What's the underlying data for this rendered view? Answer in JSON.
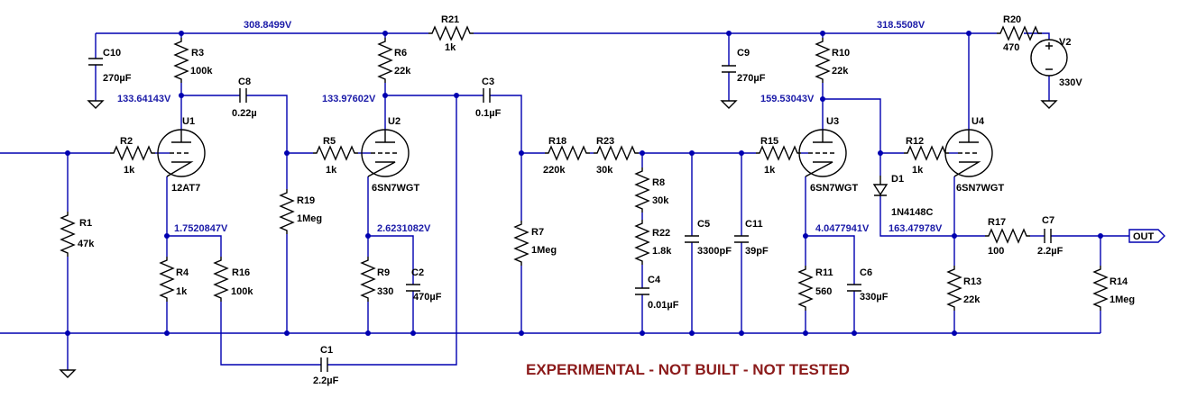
{
  "nodes": {
    "b_left": "308.8499V",
    "b_right": "318.5508V",
    "u1_plate": "133.64143V",
    "u2_plate": "133.97602V",
    "u3_plate": "159.53043V",
    "u1_cathode": "1.7520847V",
    "u2_cathode": "2.6231082V",
    "u3_cathode": "4.0477941V",
    "u4_cathode": "163.47978V"
  },
  "parts": {
    "R1": {
      "name": "R1",
      "value": "47k"
    },
    "R2": {
      "name": "R2",
      "value": "1k"
    },
    "R3": {
      "name": "R3",
      "value": "100k"
    },
    "R4": {
      "name": "R4",
      "value": "1k"
    },
    "R5": {
      "name": "R5",
      "value": "1k"
    },
    "R6": {
      "name": "R6",
      "value": "22k"
    },
    "R7": {
      "name": "R7",
      "value": "1Meg"
    },
    "R8": {
      "name": "R8",
      "value": "30k"
    },
    "R9": {
      "name": "R9",
      "value": "330"
    },
    "R10": {
      "name": "R10",
      "value": "22k"
    },
    "R11": {
      "name": "R11",
      "value": "560"
    },
    "R12": {
      "name": "R12",
      "value": "1k"
    },
    "R13": {
      "name": "R13",
      "value": "22k"
    },
    "R14": {
      "name": "R14",
      "value": "1Meg"
    },
    "R15": {
      "name": "R15",
      "value": "1k"
    },
    "R16": {
      "name": "R16",
      "value": "100k"
    },
    "R17": {
      "name": "R17",
      "value": "100"
    },
    "R18": {
      "name": "R18",
      "value": "220k"
    },
    "R19": {
      "name": "R19",
      "value": "1Meg"
    },
    "R20": {
      "name": "R20",
      "value": "470"
    },
    "R21": {
      "name": "R21",
      "value": "1k"
    },
    "R22": {
      "name": "R22",
      "value": "1.8k"
    },
    "R23": {
      "name": "R23",
      "value": "30k"
    },
    "C1": {
      "name": "C1",
      "value": "2.2µF"
    },
    "C2": {
      "name": "C2",
      "value": "470µF"
    },
    "C3": {
      "name": "C3",
      "value": "0.1µF"
    },
    "C4": {
      "name": "C4",
      "value": "0.01µF"
    },
    "C5": {
      "name": "C5",
      "value": "3300pF"
    },
    "C6": {
      "name": "C6",
      "value": "330µF"
    },
    "C7": {
      "name": "C7",
      "value": "2.2µF"
    },
    "C8": {
      "name": "C8",
      "value": "0.22µ"
    },
    "C9": {
      "name": "C9",
      "value": "270µF"
    },
    "C10": {
      "name": "C10",
      "value": "270µF"
    },
    "C11": {
      "name": "C11",
      "value": "39pF"
    },
    "U1": {
      "name": "U1",
      "value": "12AT7"
    },
    "U2": {
      "name": "U2",
      "value": "6SN7WGT"
    },
    "U3": {
      "name": "U3",
      "value": "6SN7WGT"
    },
    "U4": {
      "name": "U4",
      "value": "6SN7WGT"
    },
    "D1": {
      "name": "D1",
      "value": "1N4148C"
    },
    "V2": {
      "name": "V2",
      "value": "330V"
    }
  },
  "out_label": "OUT",
  "note": "EXPERIMENTAL - NOT BUILT - NOT TESTED"
}
